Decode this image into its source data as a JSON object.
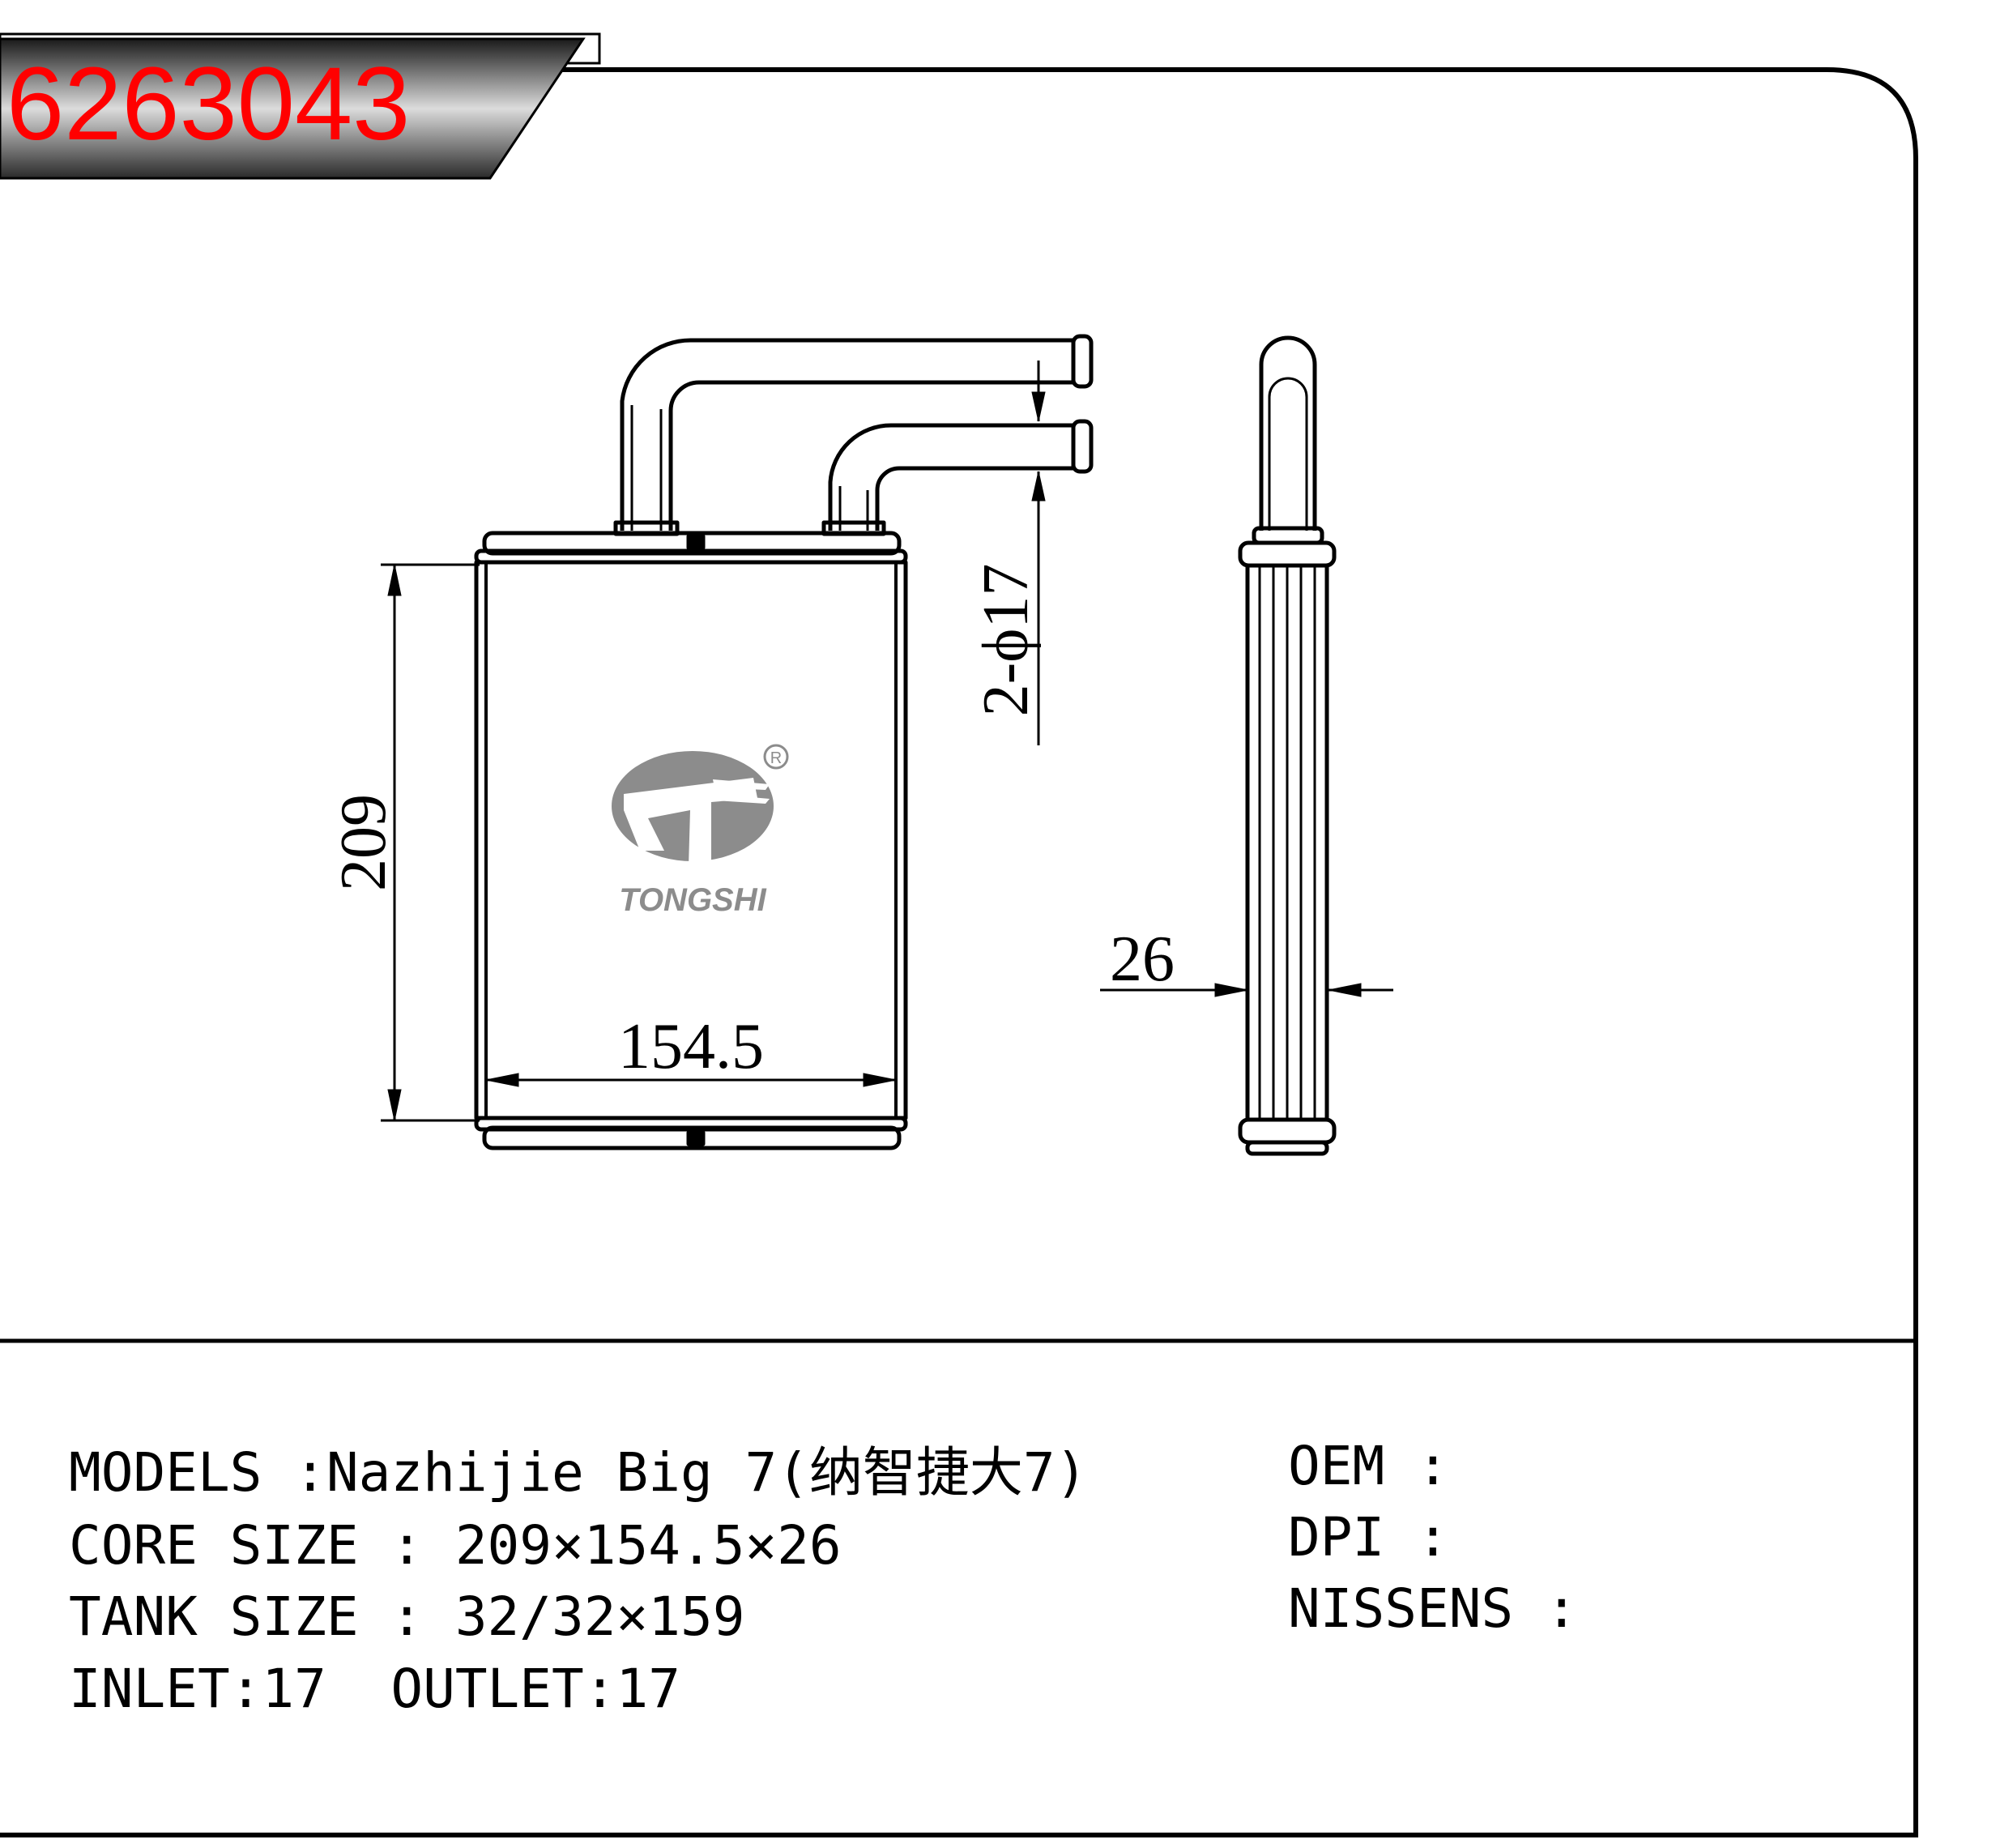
{
  "part_number": "6263043",
  "dimensions": {
    "height": "209",
    "width": "154.5",
    "thickness": "26",
    "pipes": "2-ϕ17"
  },
  "logo": {
    "brand": "TONGSHI",
    "registered_mark": "R"
  },
  "specs": {
    "models": "MODELS :Nazhijie Big 7(纳智捷大7)",
    "core_size": "CORE SIZE : 209×154.5×26",
    "tank_size": "TANK SIZE : 32/32×159",
    "inlet_outlet": "INLET:17  OUTLET:17"
  },
  "references": {
    "oem": "OEM :",
    "dpi": "DPI :",
    "nissens": "NISSENS :"
  },
  "colors": {
    "part_number_text": "#ff0000",
    "banner_dark": "#1a1a1a",
    "banner_light": "#dcdcdc",
    "logo_gray": "#8c8c8c"
  }
}
